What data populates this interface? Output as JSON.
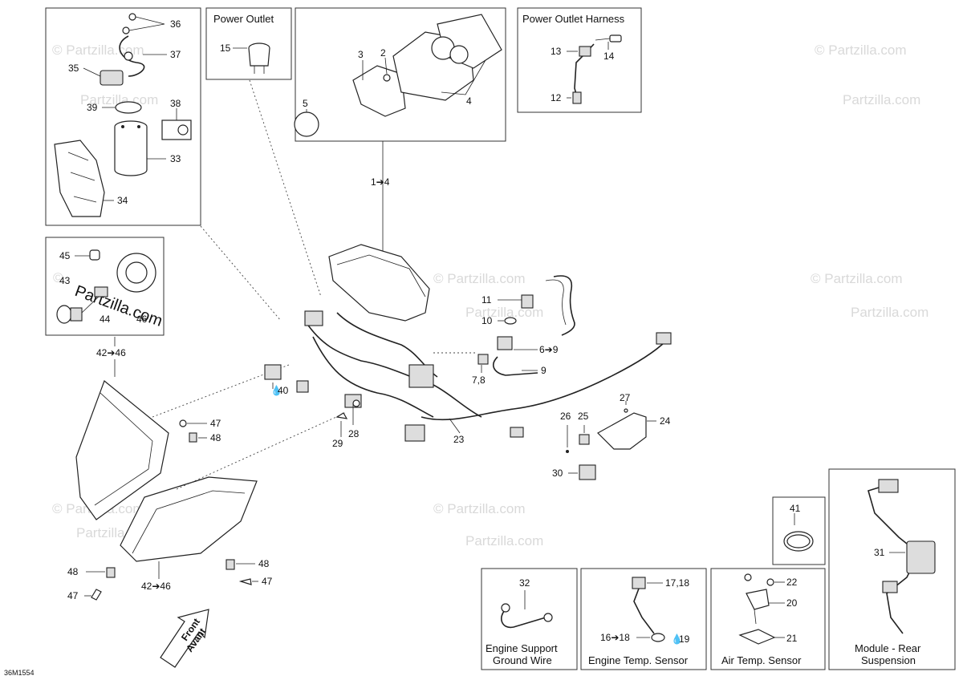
{
  "boxes": {
    "power_outlet": "Power Outlet",
    "power_outlet_harness": "Power Outlet Harness",
    "engine_support_ground_wire": [
      "Engine Support",
      "Ground Wire"
    ],
    "engine_temp_sensor": "Engine Temp. Sensor",
    "air_temp_sensor": "Air Temp. Sensor",
    "module_rear_suspension": [
      "Module - Rear",
      "Suspension"
    ]
  },
  "callouts": {
    "c36": "36",
    "c37": "37",
    "c35": "35",
    "c39": "39",
    "c38": "38",
    "c33": "33",
    "c34": "34",
    "c15": "15",
    "c3": "3",
    "c2": "2",
    "c5": "5",
    "c4": "4",
    "c13": "13",
    "c14": "14",
    "c12": "12",
    "c1to4": "1➔4",
    "c45": "45",
    "c43": "43",
    "c44": "44",
    "c46": "46",
    "c42to46a": "42➔46",
    "c11": "11",
    "c10": "10",
    "c6to9": "6➔9",
    "c9": "9",
    "c7_8": "7,8",
    "c40": "40",
    "c47a": "47",
    "c48a": "48",
    "c29": "29",
    "c28": "28",
    "c23": "23",
    "c27": "27",
    "c26": "26",
    "c25": "25",
    "c24": "24",
    "c30": "30",
    "c48b": "48",
    "c47b": "47",
    "c48c": "48",
    "c47c": "47",
    "c42to46b": "42➔46",
    "c41": "41",
    "c31": "31",
    "c32": "32",
    "c17_18": "17,18",
    "c16to18": "16➔18",
    "c19": "19",
    "c22": "22",
    "c20": "20",
    "c21": "21"
  },
  "front_arrow": [
    "Front",
    "Avant"
  ],
  "watermark": "© Partzilla.com",
  "watermark_brand": "Partzilla.com",
  "drawing_code": "36M1554"
}
